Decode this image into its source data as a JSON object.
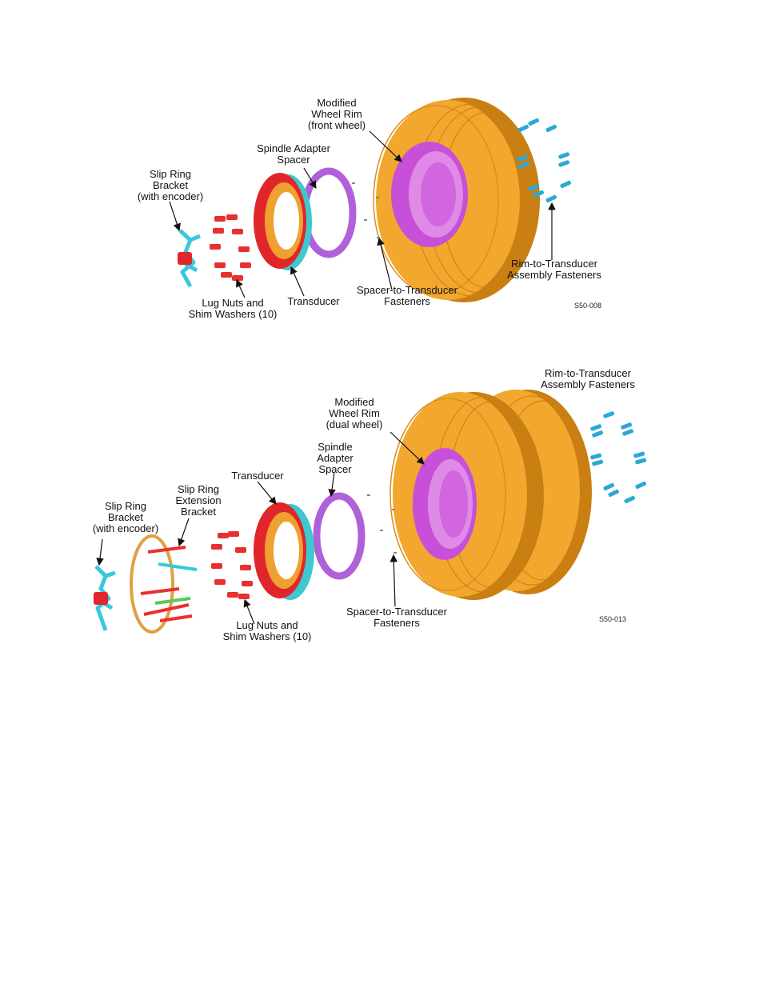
{
  "figures": [
    {
      "id": "fig1",
      "labels": {
        "rim": "Modified\nWheel Rim\n(front wheel)",
        "spacer": "Spindle Adapter\nSpacer",
        "slip_ring_bracket": "Slip Ring\nBracket\n(with encoder)",
        "rim_fasteners": "Rim-to-Transducer\nAssembly Fasteners",
        "spacer_fasteners": "Spacer-to-Transducer\nFasteners",
        "transducer": "Transducer",
        "lug_nuts": "Lug Nuts and\nShim Washers (10)"
      },
      "code": "S50-008"
    },
    {
      "id": "fig2",
      "labels": {
        "rim_fasteners": "Rim-to-Transducer\nAssembly Fasteners",
        "rim": "Modified\nWheel Rim\n(dual wheel)",
        "spacer": "Spindle\nAdapter\nSpacer",
        "transducer": "Transducer",
        "extension_bracket": "Slip Ring\nExtension\nBracket",
        "slip_ring_bracket": "Slip Ring\nBracket\n(with encoder)",
        "lug_nuts": "Lug Nuts and\nShim Washers (10)",
        "spacer_fasteners": "Spacer-to-Transducer\nFasteners"
      },
      "code": "S50-013"
    }
  ],
  "colors": {
    "tire": "#f2a82e",
    "tire_dark": "#c97f12",
    "rim": "#c84fd8",
    "rim_light": "#e08ae8",
    "transducer_red": "#e0262a",
    "transducer_ring": "#f0a030",
    "transducer_back": "#3ec8d0",
    "spacer": "#b060d8",
    "lug_nuts": "#e83030",
    "fasteners": "#2aa8d8",
    "bracket": "#36c8dc",
    "extension": "#e0a040"
  }
}
